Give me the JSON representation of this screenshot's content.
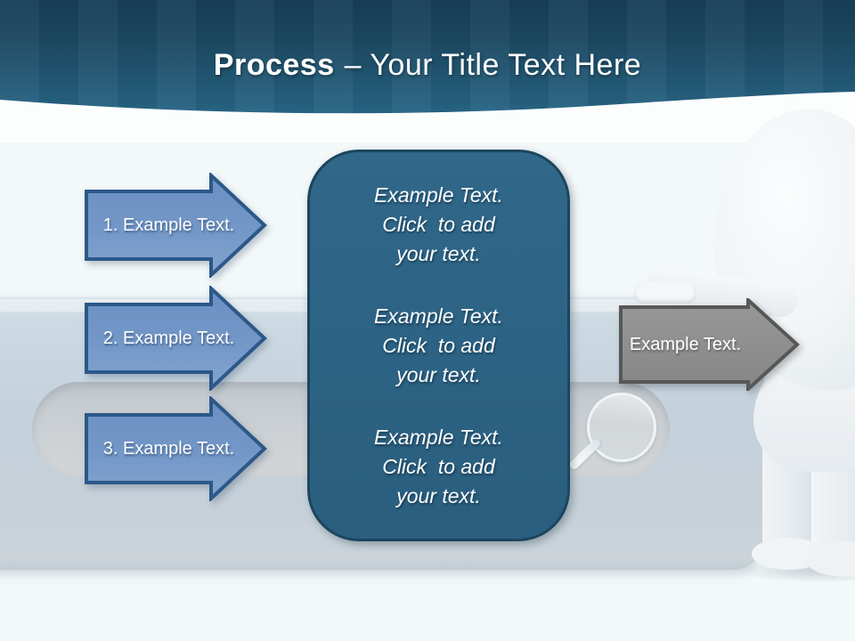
{
  "title": {
    "bold": "Process",
    "rest": "– Your Title Text Here"
  },
  "steps": [
    {
      "label": "1. Example Text."
    },
    {
      "label": "2. Example Text."
    },
    {
      "label": "3. Example Text."
    }
  ],
  "center_box": {
    "blocks": [
      {
        "text": "Example Text.\nClick  to add\nyour text."
      },
      {
        "text": "Example Text.\nClick  to add\nyour text."
      },
      {
        "text": "Example Text.\nClick  to add\nyour text."
      }
    ]
  },
  "output_arrow": {
    "label": "Example Text."
  },
  "scene": {
    "search_box": "3d-search-box",
    "magnifier": "magnifying-glass",
    "figure": "white-3d-person"
  },
  "colors": {
    "header_top": "#1c4961",
    "header_bottom": "#2e7095",
    "panel_teal_fill": "#2c6283",
    "panel_teal_border": "#1c455e",
    "blue_arrow_fill": "#7296c7",
    "blue_arrow_border": "#2b5889",
    "gray_arrow_fill": "#8e8e8e",
    "gray_arrow_border": "#575757",
    "text_white": "#ffffff"
  }
}
